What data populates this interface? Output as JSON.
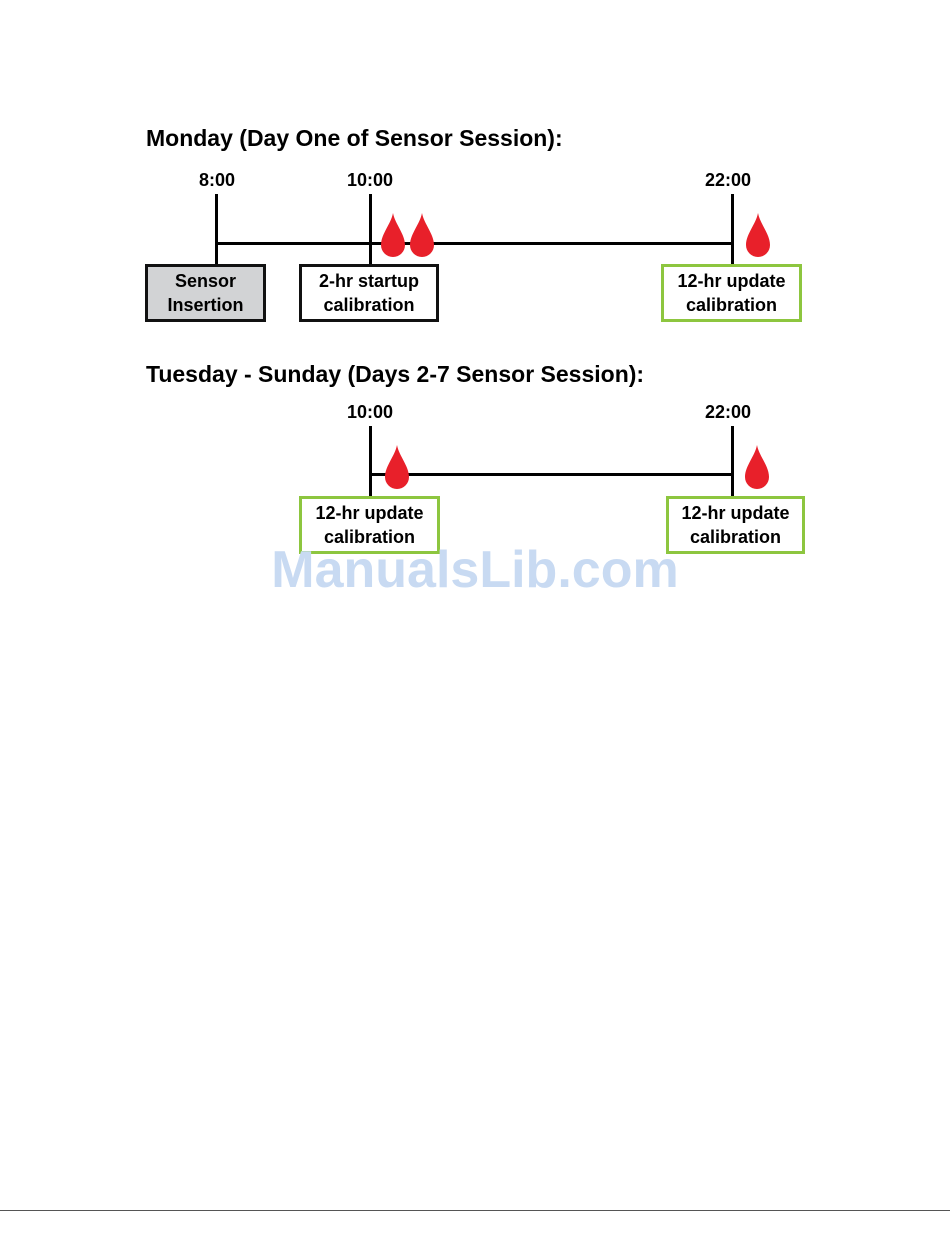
{
  "monday": {
    "heading": "Monday (Day One of Sensor Session):",
    "times": [
      "8:00",
      "10:00",
      "22:00"
    ],
    "boxes": {
      "insertion": "Sensor\nInsertion",
      "startup": "2-hr startup\ncalibration",
      "update": "12-hr update\ncalibration"
    }
  },
  "tuesday": {
    "heading": "Tuesday - Sunday (Days 2-7 Sensor Session):",
    "times": [
      "10:00",
      "22:00"
    ],
    "boxes": {
      "update_morning": "12-hr update\ncalibration",
      "update_evening": "12-hr update\ncalibration"
    }
  },
  "watermark": "ManualsLib.com",
  "colors": {
    "drop": "#e8202a",
    "update_border": "#8dc63f",
    "insertion_fill": "#d2d3d5"
  },
  "icons": [
    "blood-drop-icon"
  ]
}
